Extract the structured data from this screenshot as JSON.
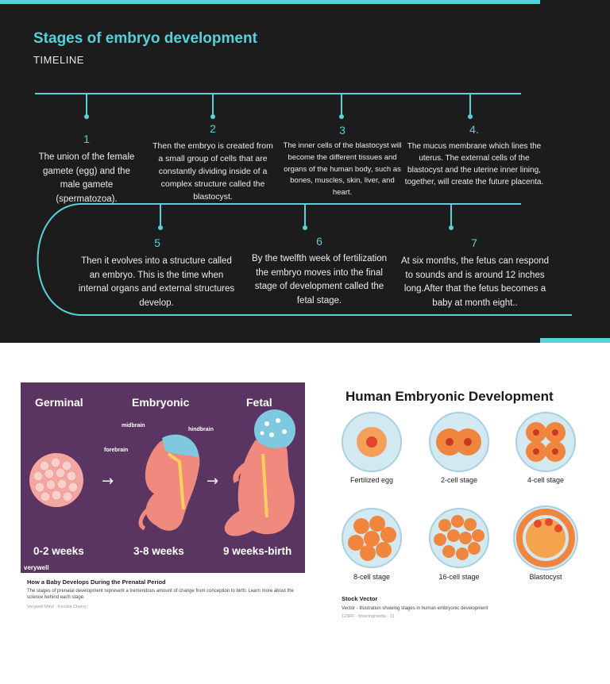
{
  "timeline": {
    "title": "Stages of embryo development",
    "subtitle": "TIMELINE",
    "steps": [
      {
        "num": "1",
        "text": "The union of the female gamete (egg) and the male gamete (spermatozoa)."
      },
      {
        "num": "2",
        "text": "Then the embryo is created from a small group of cells that are constantly dividing inside of a complex structure called the blastocyst."
      },
      {
        "num": "3",
        "text": "The inner cells of the blastocyst will become the different tissues and organs of the human body, such as bones, muscles, skin, liver, and heart."
      },
      {
        "num": "4.",
        "text": "The mucus membrane which lines the uterus. The external cells of the blastocyst and the uterine inner lining, together, will create the future placenta."
      },
      {
        "num": "5",
        "text": "Then it evolves into a structure called an embryo. This is the time when internal organs and external structures develop."
      },
      {
        "num": "6",
        "text": "By the twelfth week of fertilization the embryo moves into the final stage of development called the fetal stage."
      },
      {
        "num": "7",
        "text": "At six months, the fetus can respond to sounds and is around 12 inches long.After that the fetus becomes a baby at month eight.."
      }
    ]
  },
  "card_prenatal": {
    "stages": [
      "Germinal",
      "Embryonic",
      "Fetal"
    ],
    "weeks": [
      "0-2 weeks",
      "3-8 weeks",
      "9 weeks-birth"
    ],
    "labels": {
      "midbrain": "midbrain",
      "hindbrain": "hindbrain",
      "forebrain": "forebrain"
    },
    "brand": "verywell",
    "caption_title": "How a Baby Develops During the Prenatal Period",
    "caption_desc": "The stages of prenatal development represent a tremendous amount of change from conception to birth. Learn more about the science behind each stage.",
    "caption_source": "Verywell Mind · Kendra Cherry",
    "colors": {
      "background": "#5b3561",
      "embryo": "#f08a7e",
      "brain": "#7fc9e0"
    }
  },
  "card_embryonic": {
    "title": "Human Embryonic Development",
    "cells": [
      "Fertilized egg",
      "2-cell stage",
      "4-cell stage",
      "8-cell stage",
      "16-cell stage",
      "Blastocyst"
    ],
    "caption_title": "Stock Vector",
    "caption_desc": "Vector - Illustration showing stages in human embryonic development",
    "caption_source": "123RF · blueringmedia · 11"
  },
  "colors": {
    "accent": "#55d2d8",
    "dark_bg": "#1c1c1c"
  }
}
